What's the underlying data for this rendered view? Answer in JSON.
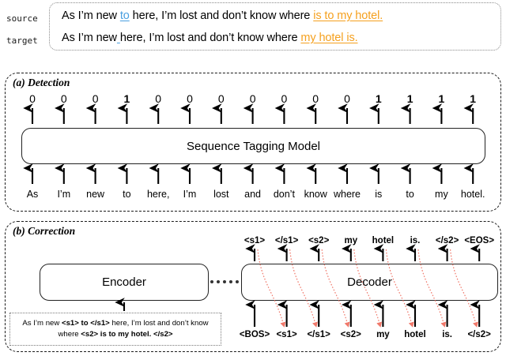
{
  "io": {
    "source_label": "source",
    "target_label": "target",
    "source": {
      "pre": "As I’m new ",
      "error_token": "to",
      "mid": " here, I’m lost and don’t know where ",
      "error_phrase": "is to my hotel."
    },
    "target": {
      "pre": "As I’m new",
      "gap": " ",
      "mid": "here, I’m lost and don’t know where ",
      "fix_phrase": "my hotel is."
    },
    "colors": {
      "insertion": "#4a9fe0",
      "reorder": "#f5a01e"
    }
  },
  "detection": {
    "title": "(a) Detection",
    "model_label": "Sequence Tagging Model",
    "tokens": [
      "As",
      "I’m",
      "new",
      "to",
      "here,",
      "I’m",
      "lost",
      "and",
      "don’t",
      "know",
      "where",
      "is",
      "to",
      "my",
      "hotel."
    ],
    "tags": [
      "0",
      "0",
      "0",
      "1",
      "0",
      "0",
      "0",
      "0",
      "0",
      "0",
      "0",
      "1",
      "1",
      "1",
      "1"
    ]
  },
  "correction": {
    "title": "(b) Correction",
    "encoder_label": "Encoder",
    "decoder_label": "Decoder",
    "connector": "······",
    "encoder_input": {
      "p1": "As I’m new ",
      "b1": "<s1> to </s1>",
      "p2": " here, I’m lost and don’t know where ",
      "b2": "<s2> is to my hotel. </s2>"
    },
    "decoder_outputs": [
      "<s1>",
      "</s1>",
      "<s2>",
      "my",
      "hotel",
      "is.",
      "</s2>",
      "<EOS>"
    ],
    "decoder_inputs": [
      "<BOS>",
      "<s1>",
      "</s1>",
      "<s2>",
      "my",
      "hotel",
      "is.",
      "</s2>"
    ],
    "feedback_arrow_color": "#f0786a"
  }
}
